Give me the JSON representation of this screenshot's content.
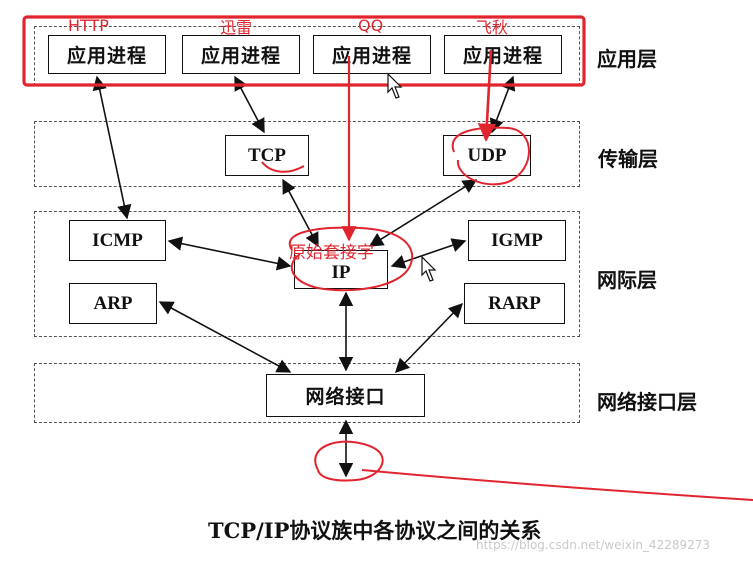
{
  "app_processes": [
    "应用进程",
    "应用进程",
    "应用进程",
    "应用进程"
  ],
  "app_annotations": [
    "HTTP",
    "迅雷",
    "QQ",
    "飞秋"
  ],
  "transport": {
    "tcp": "TCP",
    "udp": "UDP"
  },
  "internet": {
    "icmp": "ICMP",
    "igmp": "IGMP",
    "ip": "IP",
    "arp": "ARP",
    "rarp": "RARP",
    "raw_socket_note": "原始套接字"
  },
  "link": {
    "interface": "网络接口"
  },
  "layers": {
    "application": "应用层",
    "transport": "传输层",
    "internet": "网际层",
    "link": "网络接口层"
  },
  "caption": "TCP/IP协议族中各协议之间的关系",
  "watermark": "https://blog.csdn.net/weixin_42289273",
  "colors": {
    "annotation": "#e0252f",
    "line": "#111111"
  }
}
